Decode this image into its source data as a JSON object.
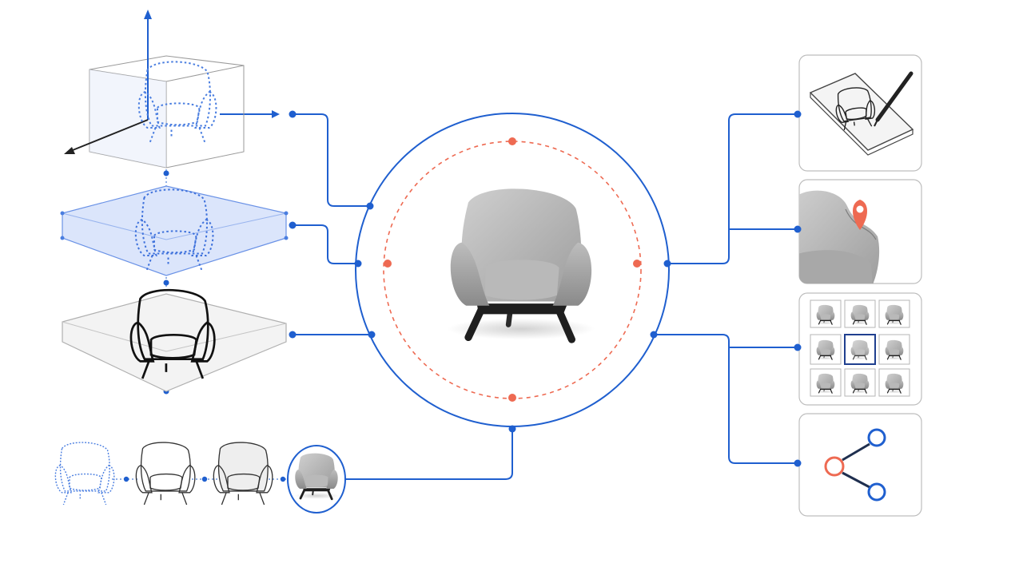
{
  "diagram": {
    "colors": {
      "connector": "#1f5fcf",
      "orbit_dashed": "#ee6a52",
      "layer_fill": "#dbe5fb",
      "wireframe": "#4a7ee0",
      "chair_fabric": "#b5b5b5",
      "chair_legs": "#222222",
      "card_border": "#bdbdbd"
    },
    "center": {
      "icon": "armchair-render-icon"
    },
    "left_stack": [
      {
        "icon": "wireframe-box-axes-icon"
      },
      {
        "icon": "blueprint-layer-icon"
      },
      {
        "icon": "line-drawing-layer-icon"
      }
    ],
    "bottom_sequence": [
      {
        "icon": "dotted-chair-sketch-icon"
      },
      {
        "icon": "outline-chair-icon"
      },
      {
        "icon": "shaded-outline-chair-icon"
      },
      {
        "icon": "rendered-chair-icon"
      }
    ],
    "right_cards": [
      {
        "icon": "tablet-stylus-sketch-icon"
      },
      {
        "icon": "location-pin-closeup-icon"
      },
      {
        "icon": "variation-grid-icon",
        "grid": {
          "rows": 3,
          "cols": 3,
          "selected": 4
        }
      },
      {
        "icon": "share-nodes-icon"
      }
    ]
  }
}
